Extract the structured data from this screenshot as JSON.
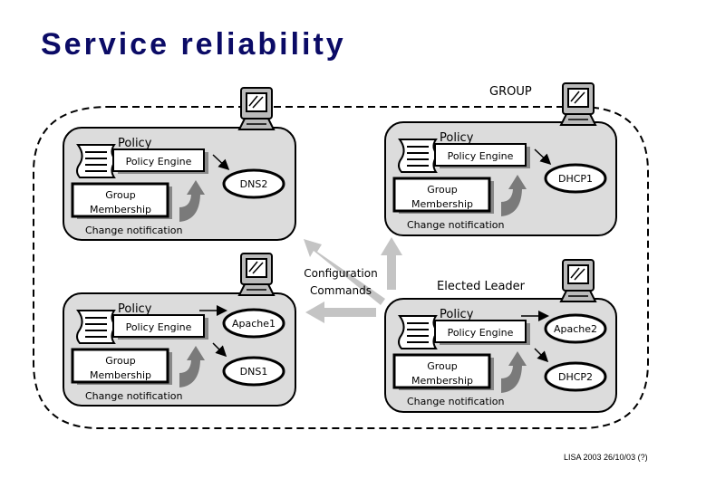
{
  "title": "Service reliability",
  "group_label": "GROUP",
  "leader_label": "Elected Leader",
  "config_label": [
    "Configuration",
    "Commands"
  ],
  "footer": "LISA 2003 26/10/03 (?)",
  "colors": {
    "title": "#0b0b66",
    "node_fill": "#dcdcdc",
    "arrow_gray": "#c4c4c4",
    "notify_arrow": "#7a7a7a"
  },
  "nodes": [
    {
      "id": "node-top-left",
      "policy_label": "Policy",
      "engine_label": "Policy Engine",
      "membership_label": [
        "Group",
        "Membership"
      ],
      "notification_label": "Change notification",
      "services": [
        "DNS2"
      ]
    },
    {
      "id": "node-top-right",
      "policy_label": "Policy",
      "engine_label": "Policy Engine",
      "membership_label": [
        "Group",
        "Membership"
      ],
      "notification_label": "Change notification",
      "services": [
        "DHCP1"
      ]
    },
    {
      "id": "node-bottom-left",
      "policy_label": "Policy",
      "engine_label": "Policy Engine",
      "membership_label": [
        "Group",
        "Membership"
      ],
      "notification_label": "Change notification",
      "services": [
        "Apache1",
        "DNS1"
      ]
    },
    {
      "id": "node-bottom-right",
      "policy_label": "Policy",
      "engine_label": "Policy Engine",
      "membership_label": [
        "Group",
        "Membership"
      ],
      "notification_label": "Change notification",
      "services": [
        "Apache2",
        "DHCP2"
      ]
    }
  ]
}
